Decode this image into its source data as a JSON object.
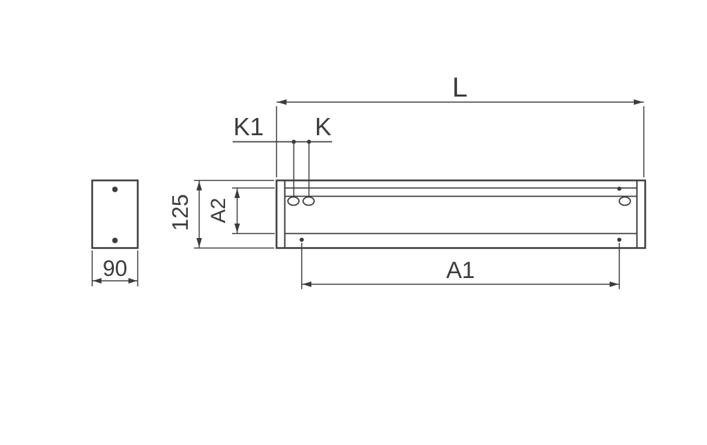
{
  "page": {
    "background": "#ffffff"
  },
  "diagram": {
    "colors": {
      "line": "#3c3c3c"
    },
    "labels": {
      "overall_length": "L",
      "hole_k1": "K1",
      "hole_k": "K",
      "overall_height": "125",
      "inner_height": "A2",
      "end_width": "90",
      "hole_spacing": "A1"
    }
  }
}
